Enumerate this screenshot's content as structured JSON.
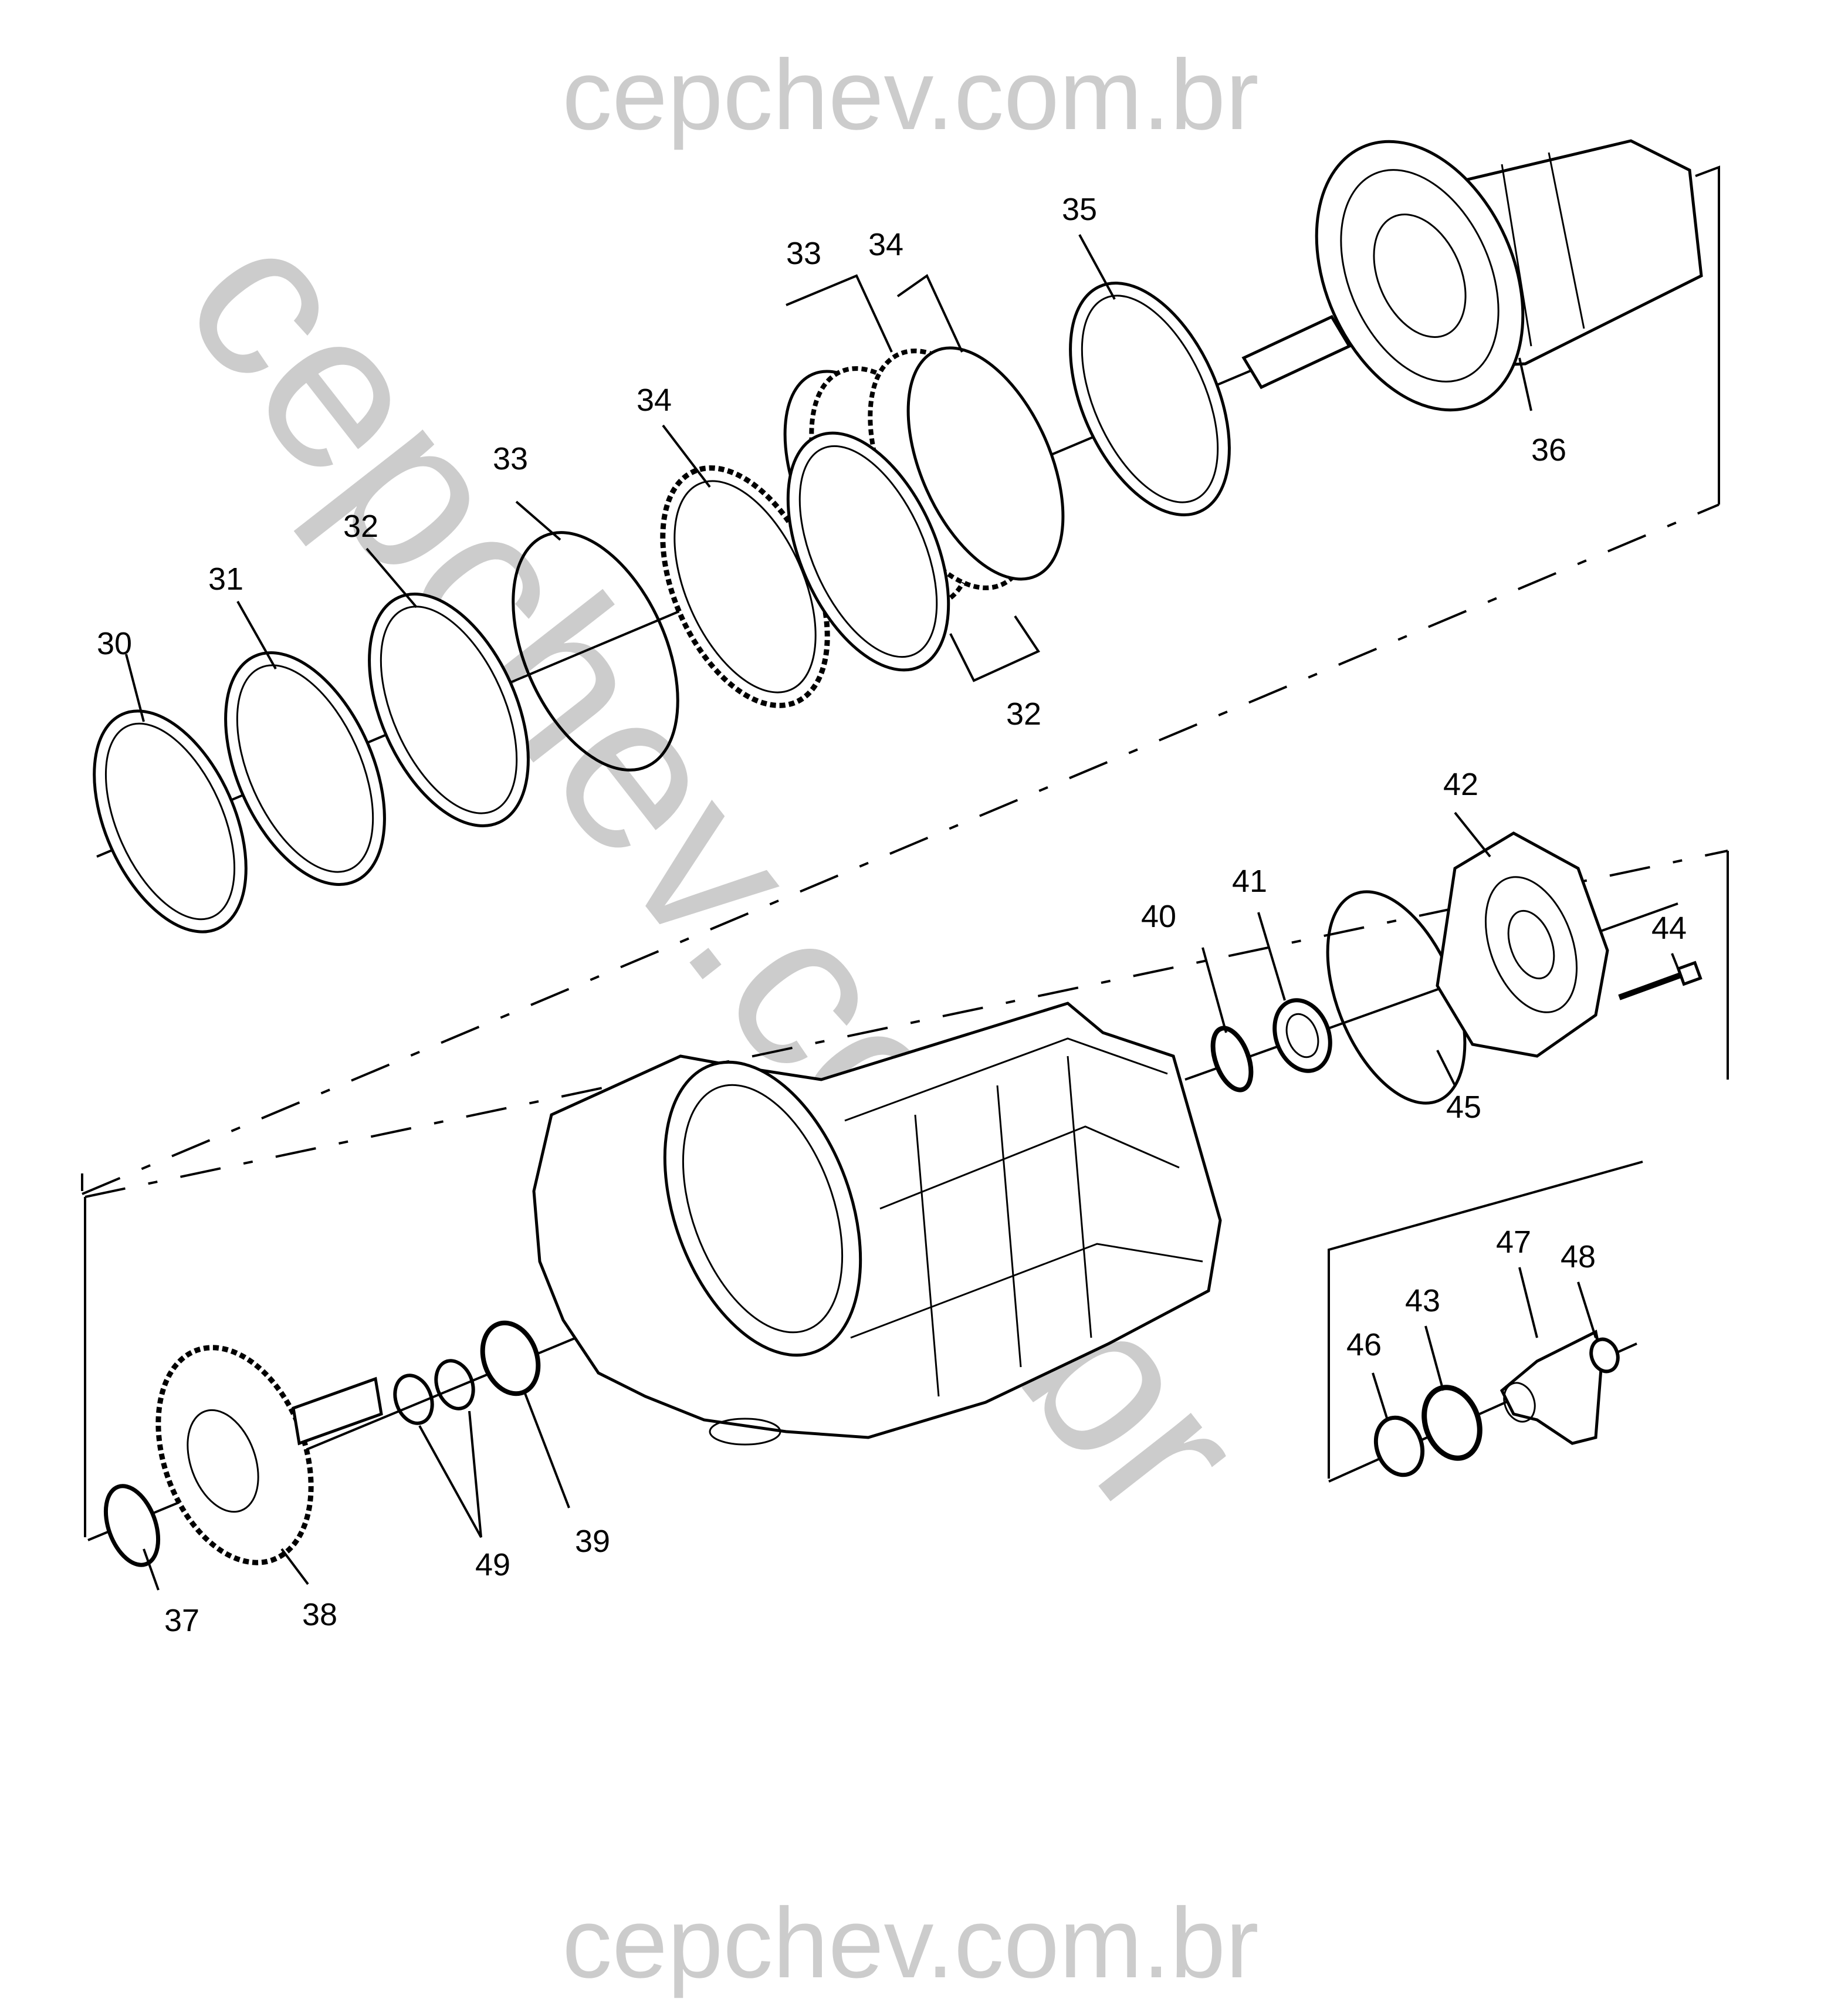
{
  "watermark": {
    "top": "cepchev.com.br",
    "bottom": "cepchev.com.br",
    "diagonal": "cepchev.com.br"
  },
  "callouts": {
    "c30": "30",
    "c31": "31",
    "c32a": "32",
    "c33a": "33",
    "c34a": "34",
    "c33b": "33",
    "c34b": "34",
    "c35": "35",
    "c36": "36",
    "c32b": "32",
    "c42": "42",
    "c41": "41",
    "c40": "40",
    "c44": "44",
    "c45": "45",
    "c47": "47",
    "c48": "48",
    "c43": "43",
    "c46": "46",
    "c37": "37",
    "c38": "38",
    "c49": "49",
    "c39": "39"
  },
  "colors": {
    "watermark": "#cccccc",
    "ink": "#000000",
    "paper": "#ffffff"
  }
}
